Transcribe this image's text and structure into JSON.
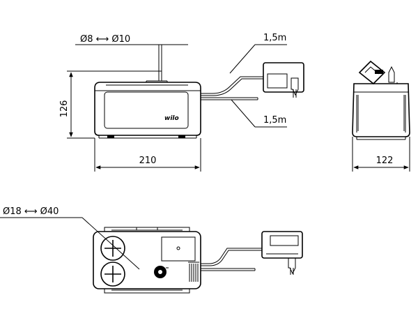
{
  "front_view": {
    "inlet_label": "Ø8 ⟷ Ø10",
    "cable_label_top": "1,5m",
    "cable_label_bottom": "1,5m",
    "height_label": "126",
    "width_label": "210",
    "brand": "wilo"
  },
  "side_view": {
    "depth_label": "122"
  },
  "top_view": {
    "outlet_label": "Ø18 ⟷ Ø40"
  }
}
